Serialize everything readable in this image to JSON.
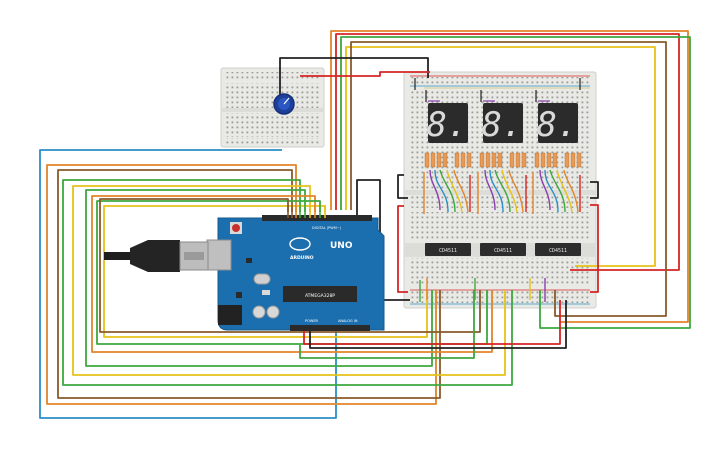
{
  "board": {
    "brand": "ARDUINO",
    "model": "UNO",
    "header_digital": "DIGITAL (PWM~)",
    "header_power": "POWER",
    "header_analog": "ANALOG IN",
    "chip_marking": "ATMEGA328P"
  },
  "displays": [
    {
      "digits": "8."
    },
    {
      "digits": "8."
    },
    {
      "digits": "8."
    }
  ],
  "decoders": [
    {
      "label": "CD4511"
    },
    {
      "label": "CD4511"
    },
    {
      "label": "CD4511"
    }
  ],
  "components": {
    "potentiometer": "potentiometer",
    "usb_cable": "usb-cable",
    "small_breadboard": "breadboard-small",
    "large_breadboard": "breadboard-large"
  },
  "colors": {
    "arduino_blue": "#1b6fae",
    "breadboard": "#e9e9e6",
    "display": "#2b2b2b",
    "segment": "#d9d9d9",
    "wire_orange": "#e2852a",
    "wire_green": "#3ea83e",
    "wire_yellow": "#e6c21a",
    "wire_blue": "#2a8fc8",
    "wire_red": "#d62525",
    "wire_black": "#222222",
    "wire_brown": "#8a5a2b",
    "wire_purple": "#8a3fb0",
    "resistor": "#e79a55"
  }
}
